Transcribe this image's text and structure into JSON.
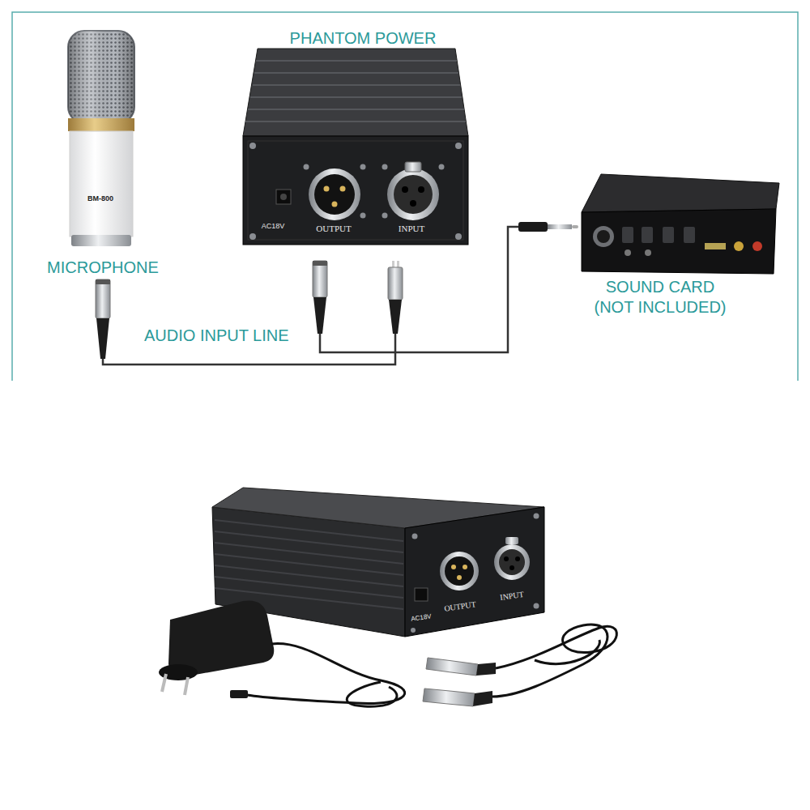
{
  "diagram": {
    "nodes": [
      {
        "text": [
          "PHANTOM POWER",
          "AC18V",
          "OUTPUT",
          "INPUT"
        ]
      },
      {
        "text": [
          "BM-800",
          "MICROPHONE"
        ]
      },
      {
        "text": [
          "SOUND CARD (NOT INCLUDED)"
        ]
      },
      {
        "text": [
          "AC18V",
          "OUTPUT",
          "INPUT"
        ]
      }
    ],
    "edges": [
      {
        "from": 1,
        "to": 0,
        "arrow": "none",
        "label": "AUDIO INPUT LINE"
      },
      {
        "from": 0,
        "to": 2,
        "arrow": "none"
      }
    ]
  }
}
